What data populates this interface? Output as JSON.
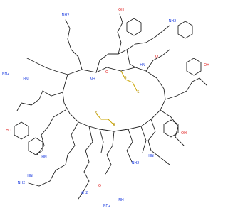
{
  "molecule": {
    "element_colors": {
      "N": "#1f3fe0",
      "O": "#e01818",
      "S": "#b08c00",
      "C": "#222222"
    },
    "atom_labels": [
      {
        "id": "nh2-lys-top-tail",
        "text": "NH2",
        "cls": "n"
      },
      {
        "id": "oh-tyr-top",
        "text": "OH",
        "cls": "o"
      },
      {
        "id": "o-top-1",
        "text": "O",
        "cls": "o"
      },
      {
        "id": "nh-top-1",
        "text": "HN",
        "cls": "n"
      },
      {
        "id": "o-top-2",
        "text": "O",
        "cls": "o"
      },
      {
        "id": "nh-top-2",
        "text": "NH",
        "cls": "n"
      },
      {
        "id": "nh2-lys-left",
        "text": "NH2",
        "cls": "n"
      },
      {
        "id": "oh-tyr-right",
        "text": "OH",
        "cls": "o"
      },
      {
        "id": "s-top-a",
        "text": "S",
        "cls": "s"
      },
      {
        "id": "s-top-b",
        "text": "S",
        "cls": "s"
      },
      {
        "id": "oh-tyr-left",
        "text": "HO",
        "cls": "o"
      },
      {
        "id": "oh-tyr-right2",
        "text": "OH",
        "cls": "o"
      },
      {
        "id": "s-bot-a",
        "text": "S",
        "cls": "s"
      },
      {
        "id": "s-bot-b",
        "text": "S",
        "cls": "s"
      },
      {
        "id": "nh-trp",
        "text": "HN",
        "cls": "n"
      },
      {
        "id": "nh2-arg-left",
        "text": "NH2",
        "cls": "n"
      },
      {
        "id": "nh-arg-left",
        "text": "HN",
        "cls": "n"
      },
      {
        "id": "nh2-amide",
        "text": "NH2",
        "cls": "n"
      },
      {
        "id": "o-amide",
        "text": "O",
        "cls": "o"
      },
      {
        "id": "nh2-arg-bot",
        "text": "NH2",
        "cls": "n"
      },
      {
        "id": "nh-arg-bot",
        "text": "NH",
        "cls": "n"
      },
      {
        "id": "nh2-bot-right",
        "text": "NH2",
        "cls": "n"
      },
      {
        "id": "hn-bot-right",
        "text": "HN",
        "cls": "n"
      },
      {
        "id": "nh2-arg-top",
        "text": "NH2",
        "cls": "n"
      },
      {
        "id": "hn-arg-top",
        "text": "HN",
        "cls": "n"
      }
    ]
  }
}
